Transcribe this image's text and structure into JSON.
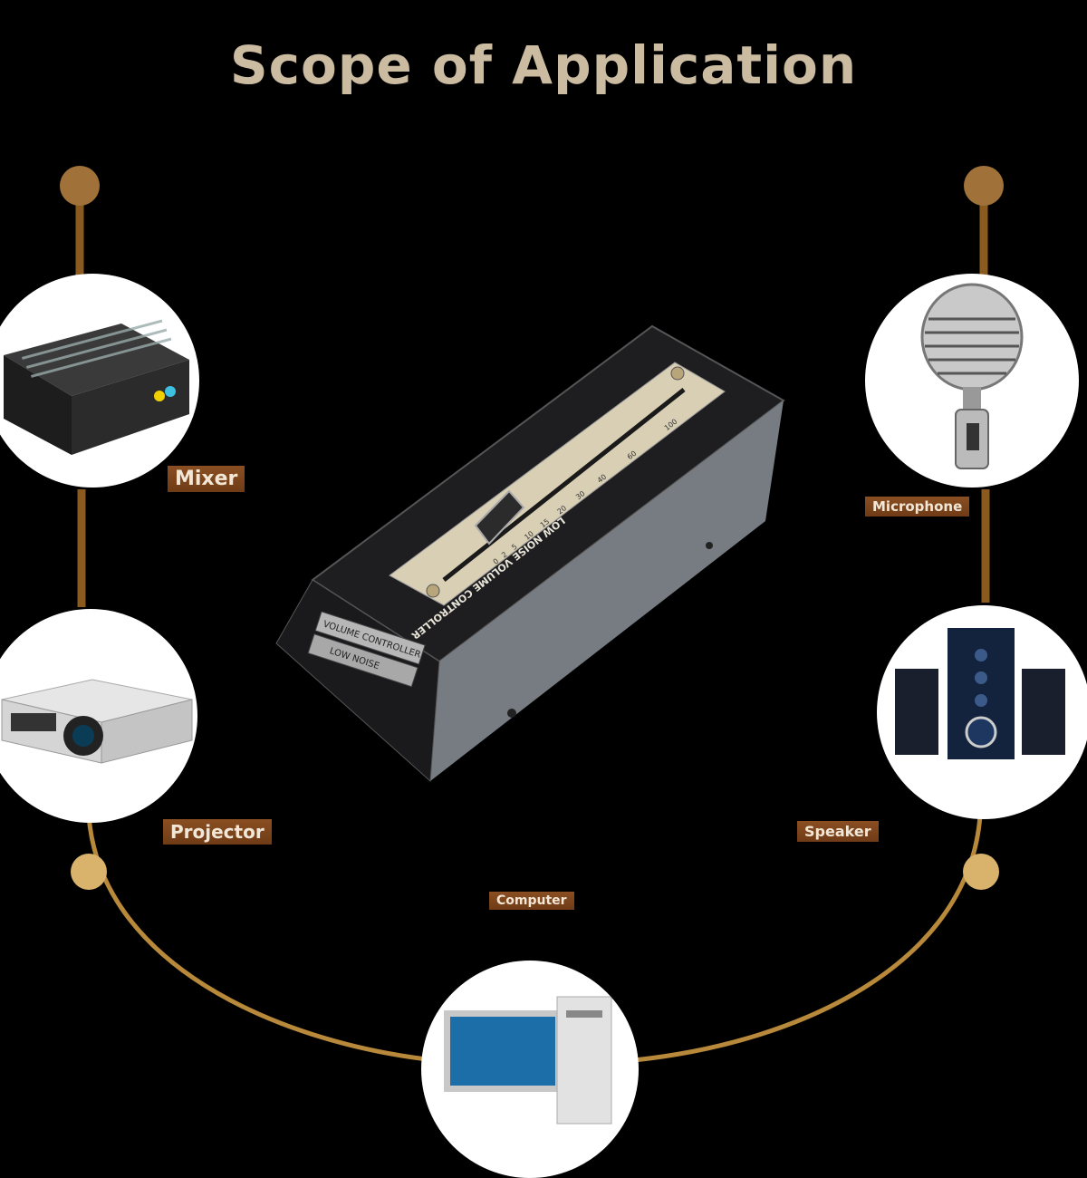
{
  "page": {
    "title": "Scope of Application",
    "accent_line_color": "#8b5a1e",
    "accent_dot_color": "#c49a4c",
    "tag_color": "#7a431a",
    "background": "#000000"
  },
  "applications": [
    {
      "label": "Mixer"
    },
    {
      "label": "Microphone"
    },
    {
      "label": "Projector"
    },
    {
      "label": "Speaker"
    },
    {
      "label": "Computer"
    }
  ],
  "product": {
    "type_label": "VOLUME CONTROLLER",
    "noise_label": "LOW NOISE",
    "face_label": "LOW NOISE VOLUME CONTROLLER",
    "scale": [
      "0",
      "2",
      "5",
      "10",
      "15",
      "20",
      "30",
      "40",
      "60",
      "100"
    ]
  }
}
